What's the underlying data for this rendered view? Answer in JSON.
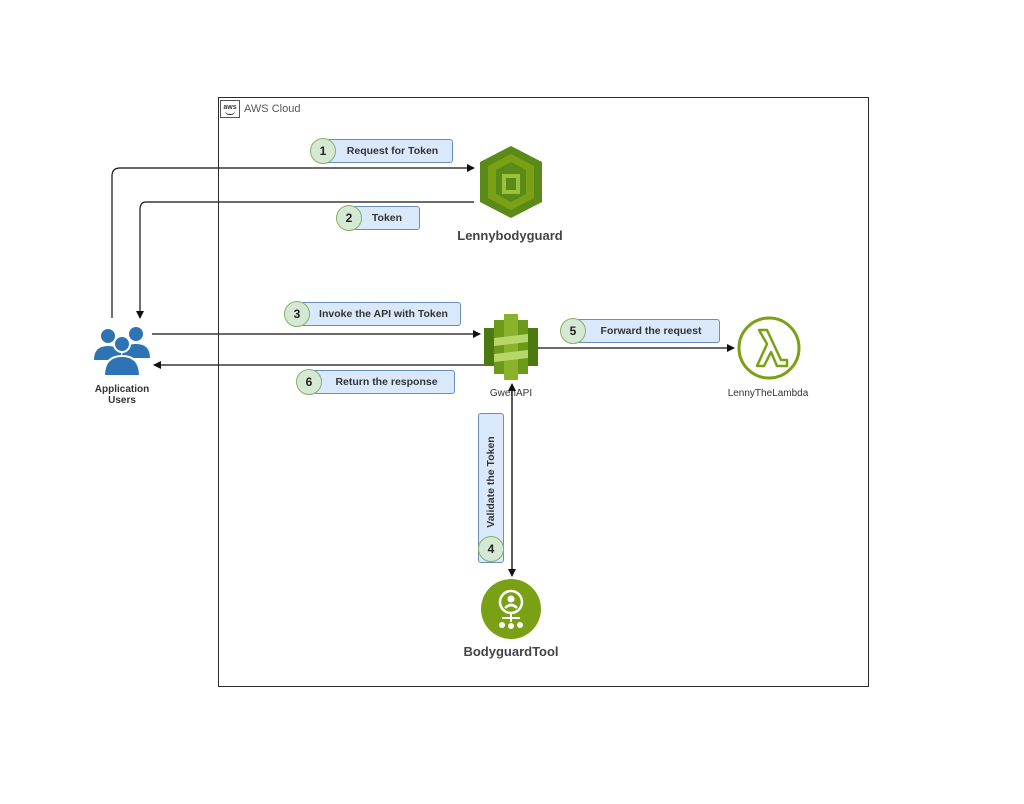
{
  "cloud": {
    "title": "AWS Cloud",
    "badge_text": "aws"
  },
  "nodes": {
    "users": {
      "label_line1": "Application",
      "label_line2": "Users",
      "icon": "users-icon"
    },
    "cognito": {
      "label": "Lennybodyguard",
      "icon": "cognito-icon"
    },
    "api": {
      "label": "GwenAPI",
      "icon": "api-gateway-icon"
    },
    "lambda": {
      "label": "LennyTheLambda",
      "icon": "lambda-icon"
    },
    "tool": {
      "label": "BodyguardTool",
      "icon": "bodyguard-tool-icon"
    }
  },
  "steps": [
    {
      "num": "1",
      "label": "Request for Token"
    },
    {
      "num": "2",
      "label": "Token"
    },
    {
      "num": "3",
      "label": "Invoke the API with Token"
    },
    {
      "num": "4",
      "label": "Validate the Token"
    },
    {
      "num": "5",
      "label": "Forward the request"
    },
    {
      "num": "6",
      "label": "Return the response"
    }
  ],
  "colors": {
    "cognito_green": "#6c9a1f",
    "lambda_green": "#7aa116",
    "users_blue": "#2e74b5",
    "step_fill": "#dae8fc",
    "step_border": "#6c8ebf",
    "num_fill": "#d5e8d4",
    "num_border": "#82b366"
  }
}
